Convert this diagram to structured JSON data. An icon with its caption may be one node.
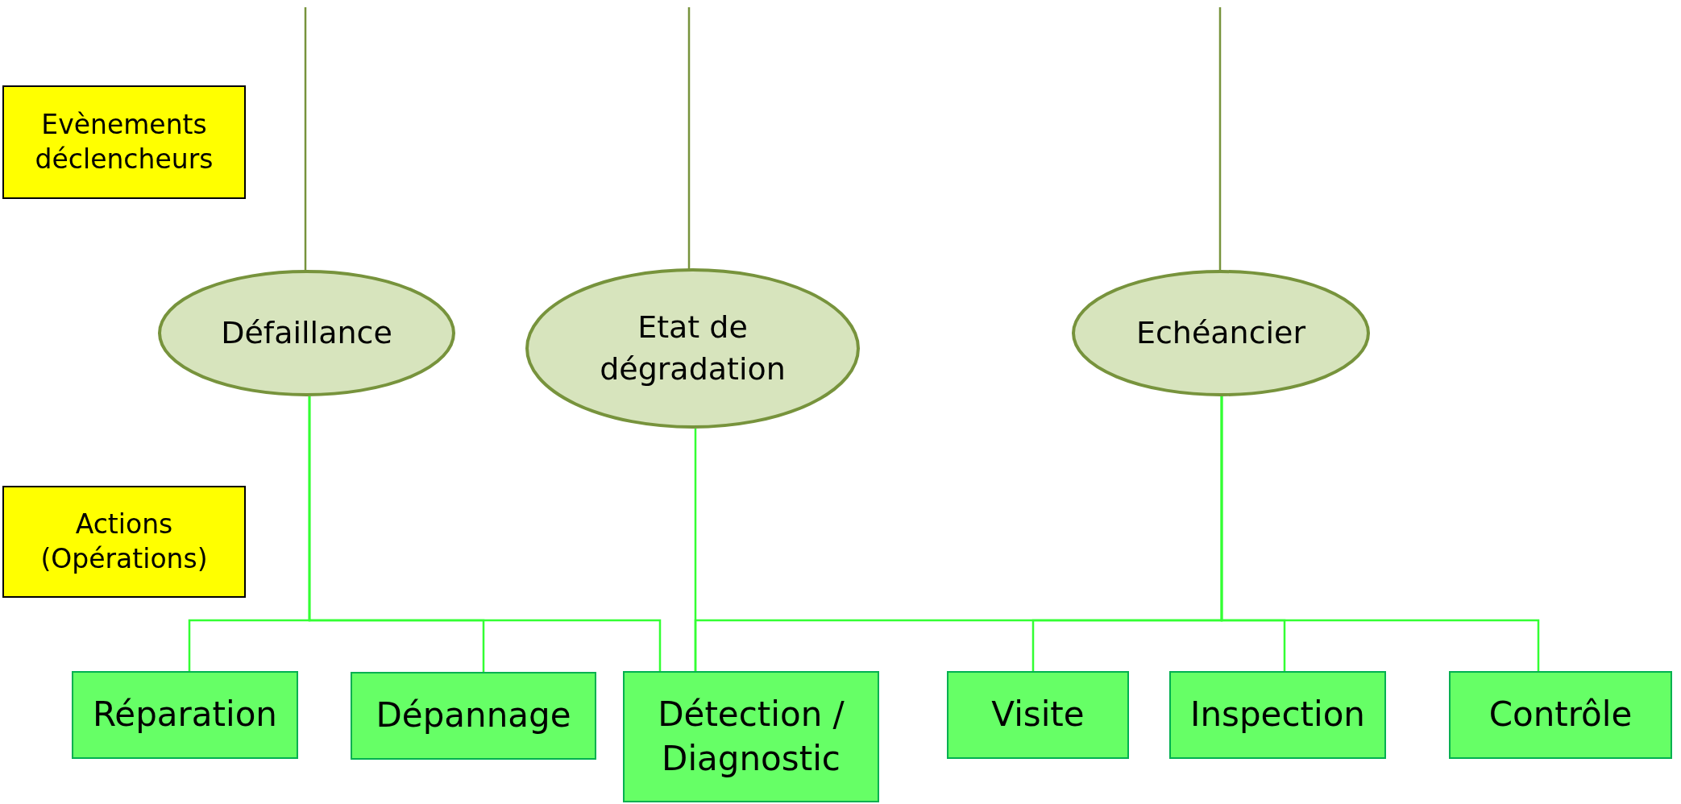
{
  "diagram": {
    "nodes": [
      {
        "text": [
          "Evènements déclencheurs"
        ]
      },
      {
        "text": [
          "Défaillance"
        ]
      },
      {
        "text": [
          "Etat de dégradation"
        ]
      },
      {
        "text": [
          "Echéancier"
        ]
      },
      {
        "text": [
          "Actions (Opérations)"
        ]
      },
      {
        "text": [
          "Réparation"
        ]
      },
      {
        "text": [
          "Dépannage"
        ]
      },
      {
        "text": [
          "Détection / Diagnostic"
        ]
      },
      {
        "text": [
          "Visite"
        ]
      },
      {
        "text": [
          "Inspection"
        ]
      },
      {
        "text": [
          "Contrôle"
        ]
      }
    ],
    "edges": [
      {
        "from": null,
        "to": 1,
        "arrow": "none",
        "color": "#77933c"
      },
      {
        "from": null,
        "to": 2,
        "arrow": "none",
        "color": "#77933c"
      },
      {
        "from": null,
        "to": 3,
        "arrow": "none",
        "color": "#77933c"
      },
      {
        "from": 1,
        "to": 5,
        "arrow": "none"
      },
      {
        "from": 1,
        "to": 6,
        "arrow": "none"
      },
      {
        "from": 1,
        "to": 7,
        "arrow": "none"
      },
      {
        "from": 2,
        "to": 7,
        "arrow": "none"
      },
      {
        "from": 3,
        "to": 7,
        "arrow": "none"
      },
      {
        "from": 3,
        "to": 8,
        "arrow": "none"
      },
      {
        "from": 3,
        "to": 9,
        "arrow": "none"
      },
      {
        "from": 3,
        "to": 10,
        "arrow": "none"
      }
    ]
  }
}
